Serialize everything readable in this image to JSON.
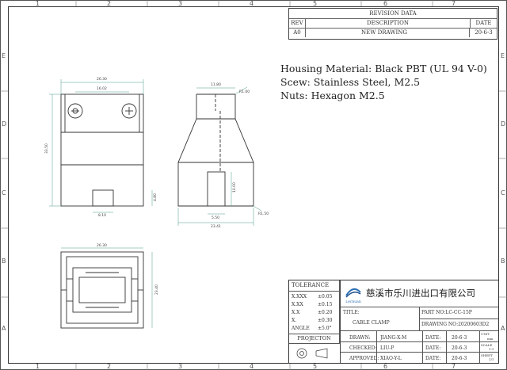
{
  "zones": {
    "top": [
      "1",
      "2",
      "3",
      "4",
      "5",
      "6",
      "7"
    ],
    "bottom": [
      "1",
      "2",
      "3",
      "4",
      "5",
      "6",
      "7"
    ],
    "left": [
      "E",
      "D",
      "C",
      "B",
      "A"
    ],
    "right": [
      "E",
      "D",
      "C",
      "B",
      "A"
    ]
  },
  "revision": {
    "title": "REVISION DATA",
    "headers": {
      "rev": "REV",
      "description": "DESCRIPTION",
      "date": "DATE"
    },
    "rows": [
      {
        "rev": "A0",
        "description": "NEW DRAWING",
        "date": "20-6-3"
      }
    ]
  },
  "notes": [
    "Housing Material: Black PBT (UL 94 V-0)",
    "Scew: Stainless Steel, M2.5",
    "Nuts:  Hexagon M2.5"
  ],
  "dimensions": {
    "front_width": "26.30",
    "hole_spacing": "16.02",
    "front_height": "33.50",
    "slot_width": "8.10",
    "slot_height": "4.80",
    "side_top": "11.80",
    "side_chamfer_top": "R1.00",
    "side_slot_height": "10.00",
    "side_slot_width": "5.50",
    "side_width": "23.41",
    "side_chamfer_bottom": "R1.50",
    "bottom_width": "26.30",
    "bottom_height": "23.40"
  },
  "title_block": {
    "tolerance": {
      "title": "TOLERANCE",
      "rows": [
        {
          "label": "X.XXX",
          "value": "±0.05"
        },
        {
          "label": "X.XX",
          "value": "±0.15"
        },
        {
          "label": "X.X",
          "value": "±0.20"
        },
        {
          "label": "X.",
          "value": "±0.30"
        },
        {
          "label": "ANGLE",
          "value": "±5.0°"
        }
      ]
    },
    "projection": "PROJECTON",
    "company": "慈溪市乐川进出口有限公司",
    "logo_text": "Lechuan",
    "title_label": "TITLE:",
    "title": "CABLE CLAMP",
    "part_no": "PART NO:LC-CC-15P",
    "drawing_no": "DRAWING NO:20200603D2",
    "signoffs": [
      {
        "role": "DRAWN:",
        "name": "JIANG-X-M",
        "date_label": "DATE:",
        "date": "20-6-3"
      },
      {
        "role": "CHECKED:",
        "name": "LIU-P",
        "date_label": "DATE:",
        "date": "20-6-3"
      },
      {
        "role": "APPROVED:",
        "name": "XIAO-Y-L",
        "date_label": "DATE:",
        "date": "20-6-3"
      }
    ],
    "unit_label": "UNIT",
    "unit": "mm",
    "scale_label": "SCALE",
    "scale": "1:1",
    "sheet_label": "SHEET",
    "sheet": "1/1"
  },
  "colors": {
    "line": "#333333",
    "dimension": "#4f9a8a"
  }
}
